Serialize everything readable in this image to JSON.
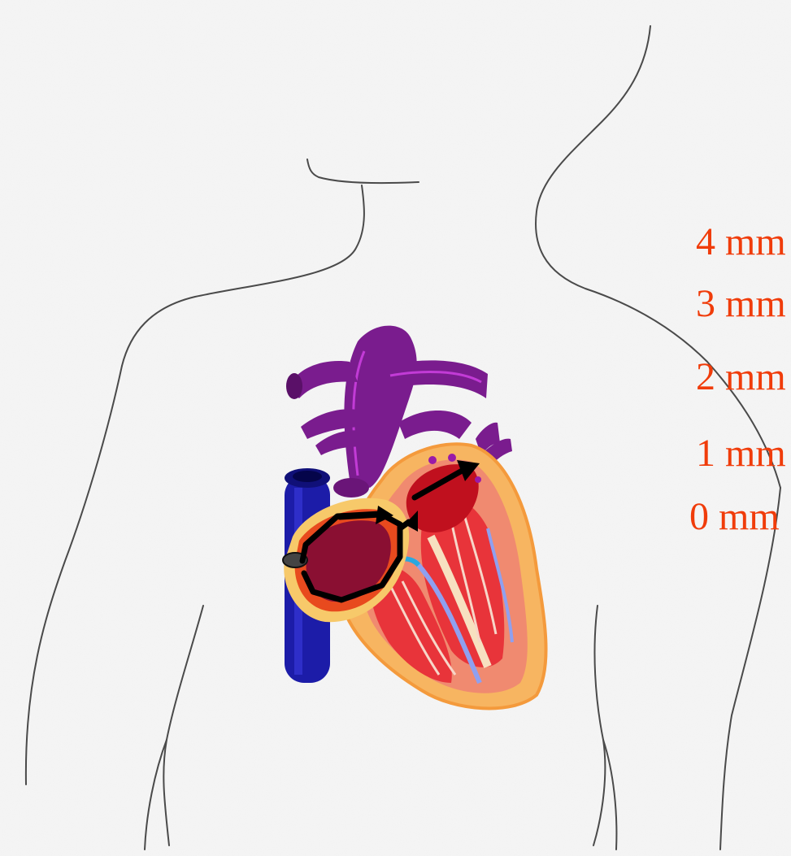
{
  "pressure_scale": {
    "labels": [
      "4 mm",
      "3 mm",
      "2 mm",
      "1 mm",
      "0 mm"
    ],
    "label_color": "#f03c0a"
  },
  "colors": {
    "outline": "#4a4a4a",
    "aorta": "#7a1c8e",
    "aorta_highlight": "#c23bd6",
    "vena_cava": "#1c1ca8",
    "heart_outer": "#f7b561",
    "heart_chamber": "#e8343a",
    "atrium_dark": "#8a0f32",
    "arrow": "#000000"
  },
  "icons": {
    "body": "torso-outline-icon",
    "heart": "heart-cross-section-icon"
  }
}
